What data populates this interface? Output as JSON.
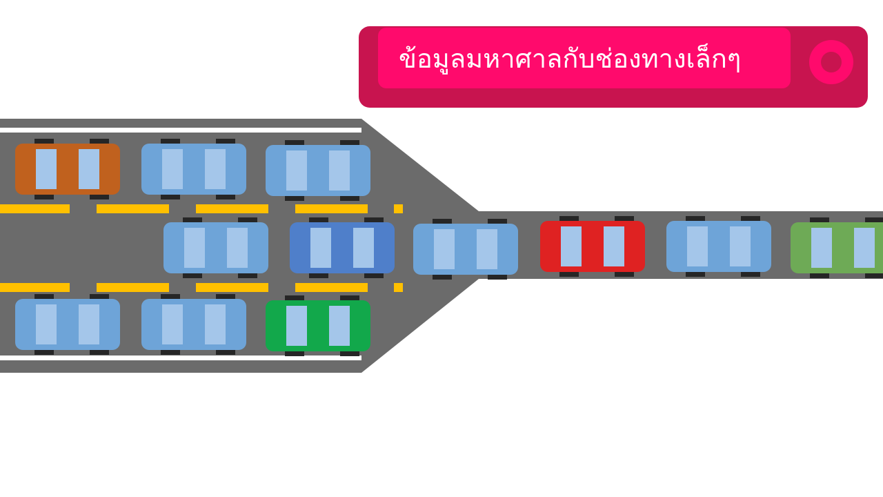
{
  "banner": {
    "title": "ข้อมูลมหาศาลกับช่องทางเล็กๆ",
    "bg_color": "#c8144f",
    "inner_color": "#ff0a6c",
    "ring_icon": "circle-ring-icon"
  },
  "colors": {
    "road": "#6b6b6b",
    "lane_marking": "#ffc000",
    "edge_line": "#ffffff",
    "tire": "#262626",
    "window": "#a4c6ea"
  },
  "cars": [
    {
      "id": "wide-top-1",
      "color": "#c0611e"
    },
    {
      "id": "wide-top-2",
      "color": "#6ea4d8"
    },
    {
      "id": "wide-top-3",
      "color": "#6ea4d8"
    },
    {
      "id": "wide-mid-1",
      "color": "#6ea4d8"
    },
    {
      "id": "wide-mid-2",
      "color": "#4f7fca"
    },
    {
      "id": "wide-bottom-1",
      "color": "#6ea4d8"
    },
    {
      "id": "wide-bottom-2",
      "color": "#6ea4d8"
    },
    {
      "id": "wide-bottom-3",
      "color": "#12a84b"
    },
    {
      "id": "narrow-1",
      "color": "#6ea4d8"
    },
    {
      "id": "narrow-2",
      "color": "#df2222"
    },
    {
      "id": "narrow-3",
      "color": "#6ea4d8"
    },
    {
      "id": "narrow-4",
      "color": "#6eaa56"
    }
  ]
}
